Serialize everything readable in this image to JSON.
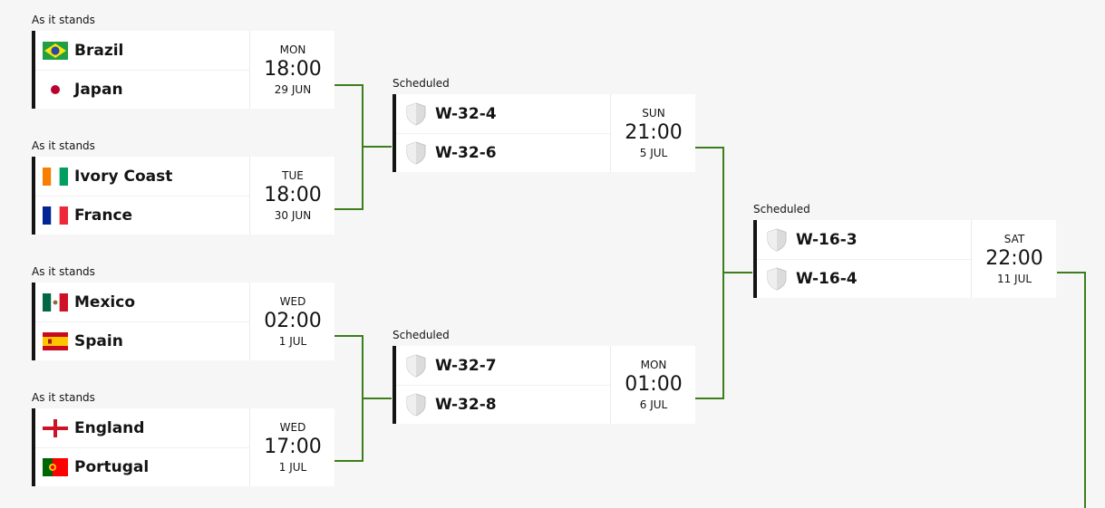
{
  "colors": {
    "connector": "#3d7d1b",
    "card_border": "#141414"
  },
  "round1": [
    {
      "status": "As it stands",
      "home": {
        "name": "Brazil",
        "flag": "brazil-flag"
      },
      "away": {
        "name": "Japan",
        "flag": "japan-flag"
      },
      "day": "MON",
      "time": "18:00",
      "date": "29 JUN"
    },
    {
      "status": "As it stands",
      "home": {
        "name": "Ivory Coast",
        "flag": "ivory-coast-flag"
      },
      "away": {
        "name": "France",
        "flag": "france-flag"
      },
      "day": "TUE",
      "time": "18:00",
      "date": "30 JUN"
    },
    {
      "status": "As it stands",
      "home": {
        "name": "Mexico",
        "flag": "mexico-flag"
      },
      "away": {
        "name": "Spain",
        "flag": "spain-flag"
      },
      "day": "WED",
      "time": "02:00",
      "date": "1 JUL"
    },
    {
      "status": "As it stands",
      "home": {
        "name": "England",
        "flag": "england-flag"
      },
      "away": {
        "name": "Portugal",
        "flag": "portugal-flag"
      },
      "day": "WED",
      "time": "17:00",
      "date": "1 JUL"
    }
  ],
  "round2": [
    {
      "status": "Scheduled",
      "home": {
        "name": "W-32-4",
        "flag": "shield-icon"
      },
      "away": {
        "name": "W-32-6",
        "flag": "shield-icon"
      },
      "day": "SUN",
      "time": "21:00",
      "date": "5 JUL"
    },
    {
      "status": "Scheduled",
      "home": {
        "name": "W-32-7",
        "flag": "shield-icon"
      },
      "away": {
        "name": "W-32-8",
        "flag": "shield-icon"
      },
      "day": "MON",
      "time": "01:00",
      "date": "6 JUL"
    }
  ],
  "round3": [
    {
      "status": "Scheduled",
      "home": {
        "name": "W-16-3",
        "flag": "shield-icon"
      },
      "away": {
        "name": "W-16-4",
        "flag": "shield-icon"
      },
      "day": "SAT",
      "time": "22:00",
      "date": "11 JUL"
    }
  ]
}
